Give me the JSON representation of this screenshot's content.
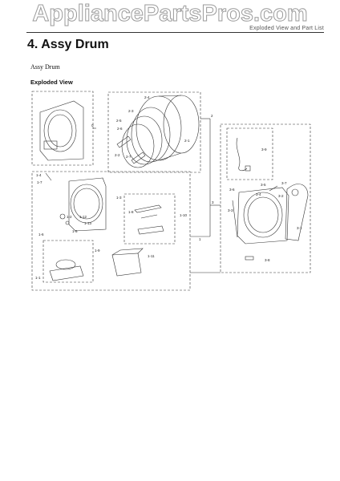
{
  "watermark": "AppliancePartsPros.com",
  "header": {
    "right_text": "Exploded View and Part List"
  },
  "section": {
    "title": "4.  Assy Drum"
  },
  "subtitle": "Assy Drum",
  "view_label": "Exploded View",
  "callouts": {
    "c0": "0",
    "c1": "1",
    "c2": "2",
    "c3": "3",
    "c21": "2-1",
    "c22": "2-2",
    "c23": "2-3",
    "c24": "2-4",
    "c25": "2-5",
    "c26": "2-6",
    "c27": "2-7",
    "c11": "1-1",
    "c12": "1-2",
    "c13": "1-3",
    "c14": "1-4",
    "c15": "1-5",
    "c16": "1-6",
    "c17": "1-7",
    "c18": "1-8",
    "c19": "1-9",
    "c110": "1-10",
    "c111": "1-11",
    "c112": "1-12",
    "c113": "1-13",
    "c31": "3-1",
    "c32": "3-2",
    "c33": "3-3",
    "c34": "3-4",
    "c35": "3-5",
    "c36": "3-6",
    "c37": "3-7",
    "c38": "3-8",
    "c39": "3-9"
  }
}
